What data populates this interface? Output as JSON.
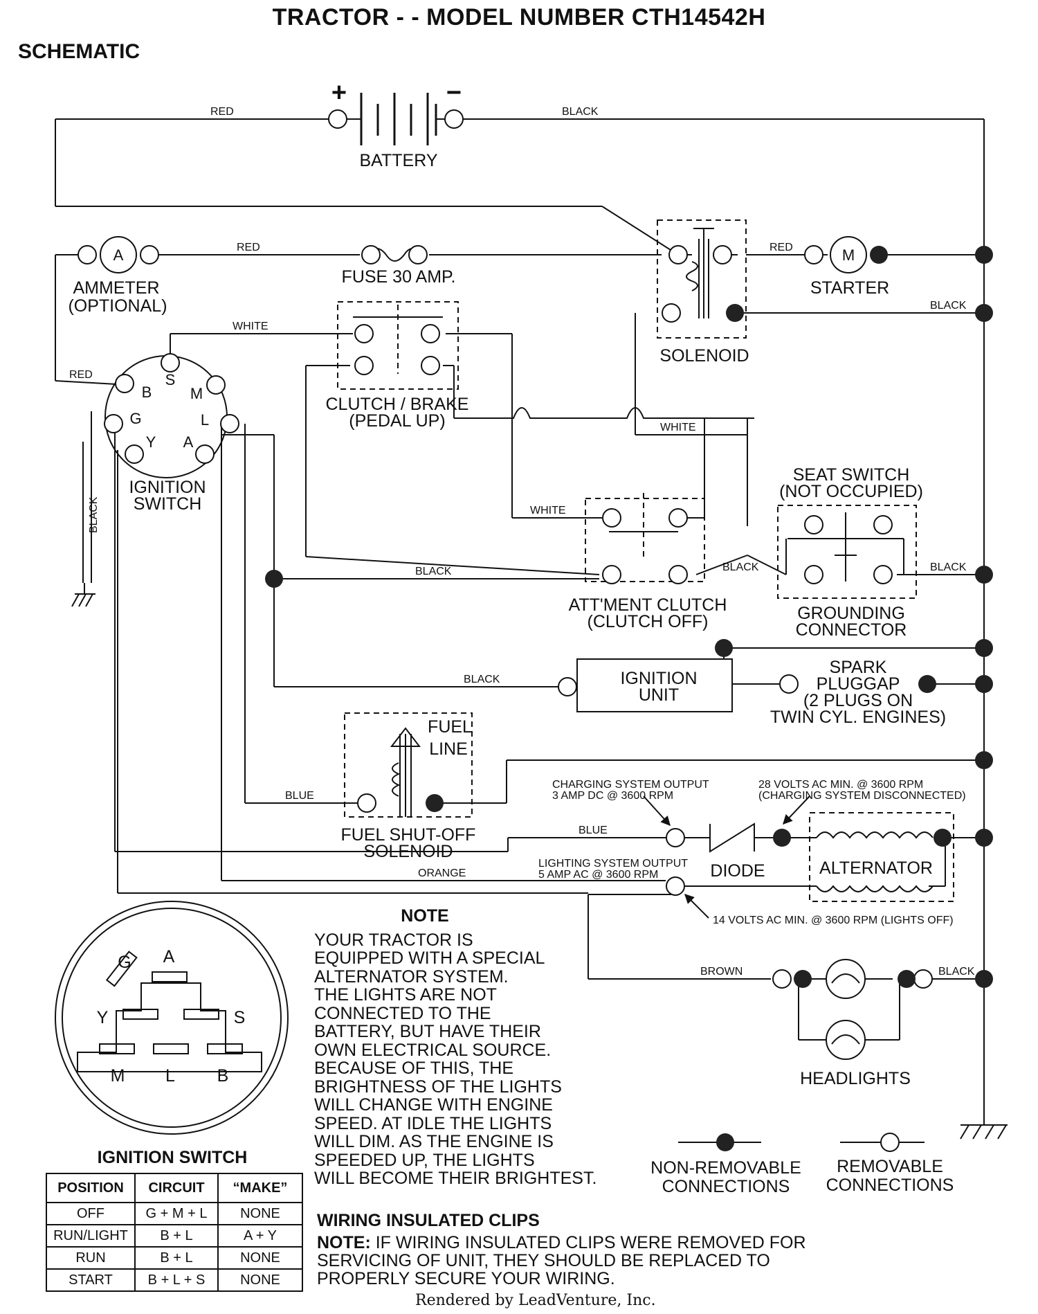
{
  "title": "TRACTOR - - MODEL NUMBER CTH14542H",
  "subtitle": "SCHEMATIC",
  "components": {
    "battery": "BATTERY",
    "battery_plus": "+",
    "battery_minus": "−",
    "ammeter_symbol": "A",
    "ammeter_line1": "AMMETER",
    "ammeter_line2": "(OPTIONAL)",
    "fuse": "FUSE 30 AMP.",
    "starter_symbol": "M",
    "starter": "STARTER",
    "solenoid": "SOLENOID",
    "clutch_brake_line1": "CLUTCH / BRAKE",
    "clutch_brake_line2": "(PEDAL UP)",
    "ignition_switch_line1": "IGNITION",
    "ignition_switch_line2": "SWITCH",
    "term_b": "B",
    "term_s": "S",
    "term_m": "M",
    "term_g": "G",
    "term_l": "L",
    "term_y": "Y",
    "term_a": "A",
    "seat_switch_line1": "SEAT SWITCH",
    "seat_switch_line2": "(NOT OCCUPIED)",
    "grounding_line1": "GROUNDING",
    "grounding_line2": "CONNECTOR",
    "att_clutch_line1": "ATT'MENT CLUTCH",
    "att_clutch_line2": "(CLUTCH OFF)",
    "ignition_unit_line1": "IGNITION",
    "ignition_unit_line2": "UNIT",
    "spark_line1": "SPARK",
    "spark_line2": "PLUGGAP",
    "spark_line3": "(2 PLUGS ON",
    "spark_line4": "TWIN CYL. ENGINES)",
    "fuel_line1": "FUEL",
    "fuel_line2": "LINE",
    "fuel_solenoid_line1": "FUEL SHUT-OFF",
    "fuel_solenoid_line2": "SOLENOID",
    "diode": "DIODE",
    "alternator": "ALTERNATOR",
    "headlights": "HEADLIGHTS",
    "charging_output_line1": "CHARGING SYSTEM OUTPUT",
    "charging_output_line2": "3 AMP DC @ 3600 RPM",
    "ac28_line1": "28 VOLTS AC MIN. @ 3600 RPM",
    "ac28_line2": "(CHARGING SYSTEM DISCONNECTED)",
    "lighting_output_line1": "LIGHTING SYSTEM OUTPUT",
    "lighting_output_line2": "5 AMP AC @ 3600 RPM",
    "ac14": "14 VOLTS AC MIN. @ 3600 RPM (LIGHTS OFF)"
  },
  "wires": {
    "red": "RED",
    "black": "BLACK",
    "white": "WHITE",
    "blue": "BLUE",
    "orange": "ORANGE",
    "brown": "BROWN"
  },
  "connector_diagram": {
    "g": "G",
    "a": "A",
    "y": "Y",
    "s": "S",
    "m": "M",
    "l": "L",
    "b": "B"
  },
  "note": {
    "heading": "NOTE",
    "lines": [
      "YOUR TRACTOR IS",
      "EQUIPPED WITH A SPECIAL",
      "ALTERNATOR SYSTEM.",
      "THE LIGHTS ARE NOT",
      "CONNECTED TO THE",
      "BATTERY, BUT HAVE THEIR",
      "OWN ELECTRICAL SOURCE.",
      "BECAUSE OF THIS, THE",
      "BRIGHTNESS OF THE LIGHTS",
      "WILL CHANGE WITH ENGINE",
      "SPEED.  AT IDLE THE LIGHTS",
      "WILL DIM.  AS THE ENGINE IS",
      "SPEEDED UP, THE LIGHTS",
      "WILL BECOME THEIR BRIGHTEST."
    ]
  },
  "ignition_table": {
    "title": "IGNITION SWITCH",
    "headers": [
      "POSITION",
      "CIRCUIT",
      "“MAKE”"
    ],
    "rows": [
      [
        "OFF",
        "G + M + L",
        "NONE"
      ],
      [
        "RUN/LIGHT",
        "B + L",
        "A + Y"
      ],
      [
        "RUN",
        "B + L",
        "NONE"
      ],
      [
        "START",
        "B + L + S",
        "NONE"
      ]
    ]
  },
  "legend": {
    "non_removable_line1": "NON-REMOVABLE",
    "non_removable_line2": "CONNECTIONS",
    "removable_line1": "REMOVABLE",
    "removable_line2": "CONNECTIONS"
  },
  "clips": {
    "heading": "WIRING INSULATED CLIPS",
    "note_label": "NOTE:",
    "note_text_1": " IF WIRING INSULATED CLIPS WERE REMOVED FOR",
    "note_text_2": "SERVICING OF UNIT, THEY SHOULD BE REPLACED TO",
    "note_text_3": "PROPERLY SECURE YOUR WIRING."
  },
  "footer": "Rendered by LeadVenture, Inc."
}
